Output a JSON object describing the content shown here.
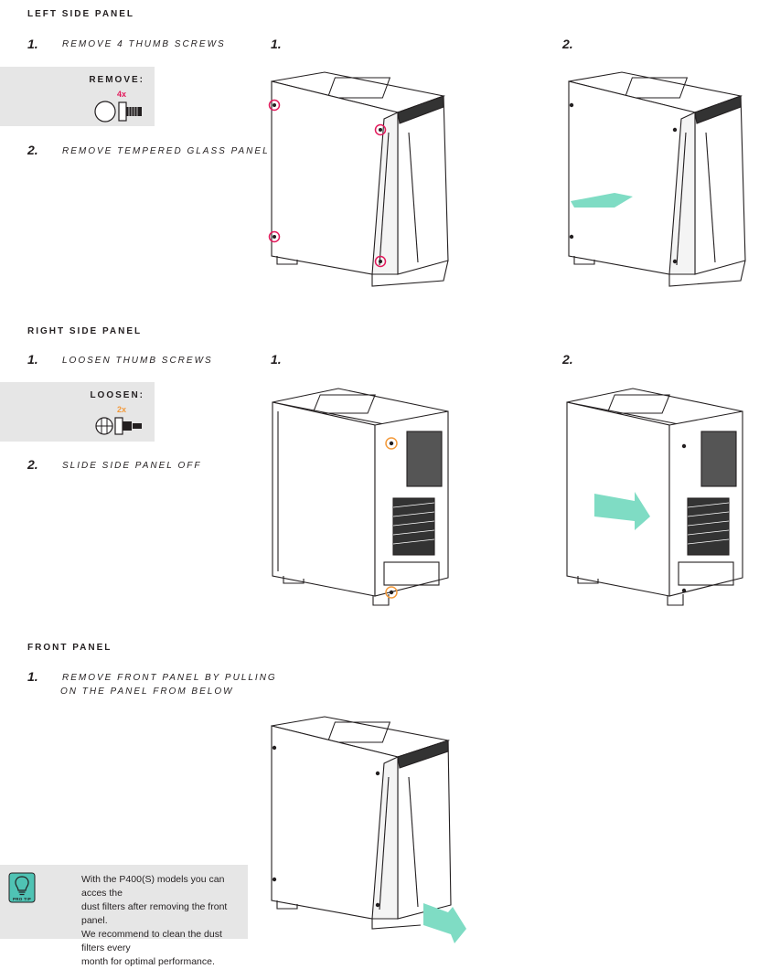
{
  "sections": {
    "left": {
      "title": "LEFT SIDE PANEL",
      "step1_num": "1.",
      "step1_text": "REMOVE 4 THUMB SCREWS",
      "callout_label": "REMOVE:",
      "callout_count": "4x",
      "step2_num": "2.",
      "step2_text": "REMOVE TEMPERED GLASS PANEL",
      "fig1_label": "1.",
      "fig2_label": "2."
    },
    "right": {
      "title": "RIGHT SIDE PANEL",
      "step1_num": "1.",
      "step1_text": "LOOSEN THUMB SCREWS",
      "callout_label": "LOOSEN:",
      "callout_count": "2x",
      "step2_num": "2.",
      "step2_text": "SLIDE SIDE PANEL OFF",
      "fig1_label": "1.",
      "fig2_label": "2."
    },
    "front": {
      "title": "FRONT PANEL",
      "step1_num": "1.",
      "step1_text_line1": "REMOVE FRONT PANEL BY PULLING",
      "step1_text_line2": "ON THE PANEL FROM BELOW"
    }
  },
  "pro_tip": {
    "badge": "PRO TIP",
    "line1": "With the P400(S) models you can acces the",
    "line2": "dust filters after removing the front panel.",
    "line3": "We recommend to clean the dust filters every",
    "line4": "month for optimal performance."
  },
  "colors": {
    "remove_accent": "#e2195b",
    "loosen_accent": "#f39a3b",
    "arrow": "#7fdcc4",
    "tip_icon": "#4fc3b4",
    "callout_bg": "#e6e6e6"
  }
}
